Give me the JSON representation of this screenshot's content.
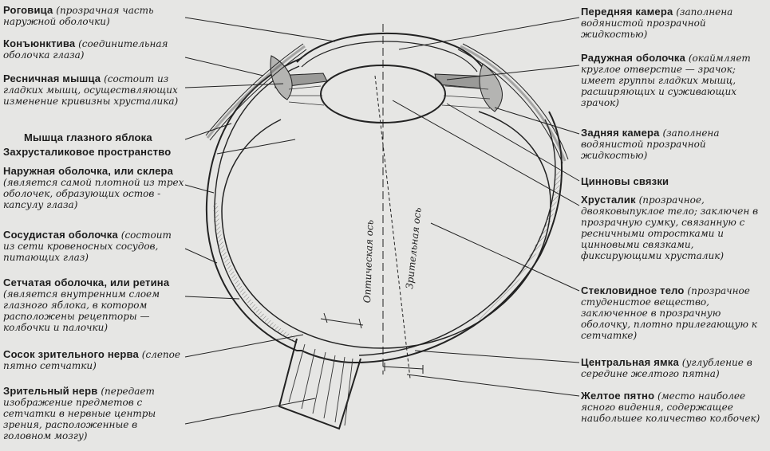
{
  "labels": {
    "cornea": {
      "term": "Роговица",
      "desc": "(прозрачная часть наружной оболочки)"
    },
    "conjunctiva": {
      "term": "Конъюнктива",
      "desc": "(соединительная оболочка глаза)"
    },
    "ciliary_muscle": {
      "term": "Ресничная мышца",
      "desc": "(состоит из гладких мышц, осуществляющих изменение кривизны хрусталика)"
    },
    "eye_muscle": {
      "term": "Мышца глазного яблока",
      "desc": ""
    },
    "retrolental": {
      "term": "Захрусталиковое пространство",
      "desc": ""
    },
    "sclera": {
      "term": "Наружная оболочка, или склера",
      "desc": "(является самой плотной из трех оболочек, образующих остов - капсулу глаза)"
    },
    "choroid": {
      "term": "Сосудистая оболочка",
      "desc": "(состоит из сети кровеносных сосудов, питающих глаз)"
    },
    "retina": {
      "term": "Сетчатая оболочка, или ретина",
      "desc": "(является внутренним слоем глазного яблока, в котором расположены рецепторы — колбочки и палочки)"
    },
    "optic_disc": {
      "term": "Сосок зрительного нерва",
      "desc": "(слепое пятно сетчатки)"
    },
    "optic_nerve": {
      "term": "Зрительный нерв",
      "desc": "(передает изображение предметов с сетчатки в нервные центры зрения, расположенные в головном мозгу)"
    },
    "anterior_chamber": {
      "term": "Передняя камера",
      "desc": "(заполнена водянистой прозрачной жидкостью)"
    },
    "iris": {
      "term": "Радужная оболочка",
      "desc": "(окаймляет круглое отверстие — зрачок; имеет группы гладких мышц, расширяющих и суживающих зрачок)"
    },
    "posterior_chamber": {
      "term": "Задняя камера",
      "desc": "(заполнена водянистой прозрачной жидкостью)"
    },
    "zonule": {
      "term": "Цинновы связки",
      "desc": ""
    },
    "lens": {
      "term": "Хрусталик",
      "desc": "(прозрачное, двояковыпуклое тело; заключен в прозрачную сумку, связанную с ресничными отростками и цинновыми связками, фиксирующими хрусталик)"
    },
    "vitreous": {
      "term": "Стекловидное тело",
      "desc": "(прозрачное студенистое вещество, заключенное в прозрачную оболочку, плотно прилегающую к сетчатке)"
    },
    "fovea": {
      "term": "Центральная ямка",
      "desc": "(углубление в середине желтого пятна)"
    },
    "macula": {
      "term": "Желтое пятно",
      "desc": "(место наиболее ясного видения, содержащее наибольшее количество колбочек)"
    }
  },
  "axes": {
    "optical": "Оптическая ось",
    "visual": "Зрительная ось"
  }
}
